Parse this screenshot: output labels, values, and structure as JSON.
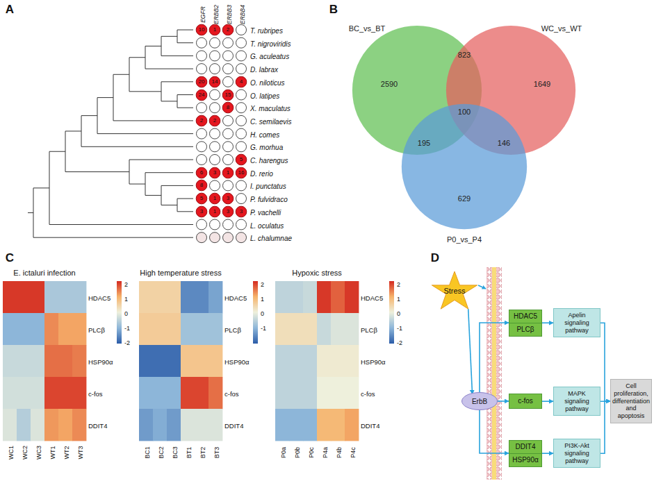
{
  "diagram": {
    "nodes": [
      {
        "text": [
          "10"
        ]
      },
      {
        "text": [
          "1"
        ]
      },
      {
        "text": [
          "2"
        ]
      },
      {
        "text": [
          "20"
        ]
      },
      {
        "text": [
          "14"
        ]
      },
      {
        "text": [
          "4"
        ]
      },
      {
        "text": [
          "24"
        ]
      },
      {
        "text": [
          "15"
        ]
      },
      {
        "text": [
          "8"
        ]
      },
      {
        "text": [
          "2"
        ]
      },
      {
        "text": [
          "2"
        ]
      },
      {
        "text": [
          "5"
        ]
      },
      {
        "text": [
          "6"
        ]
      },
      {
        "text": [
          "3"
        ]
      },
      {
        "text": [
          "1"
        ]
      },
      {
        "text": [
          "16"
        ]
      },
      {
        "text": [
          "8"
        ]
      },
      {
        "text": [
          "5"
        ]
      },
      {
        "text": [
          "1"
        ]
      },
      {
        "text": [
          "3"
        ]
      },
      {
        "text": [
          "3"
        ]
      },
      {
        "text": [
          "1"
        ]
      },
      {
        "text": [
          "3"
        ]
      },
      {
        "text": [
          "3"
        ]
      },
      {
        "text": [
          "BC_vs_BT",
          "2590"
        ]
      },
      {
        "text": [
          "WC_vs_WT",
          "1649"
        ]
      },
      {
        "text": [
          "P0_vs_P4",
          "629"
        ]
      },
      {
        "text": [
          "Stress"
        ]
      },
      {
        "text": [
          "ErbB"
        ]
      },
      {
        "text": [
          "HDAC5",
          "PLCβ"
        ]
      },
      {
        "text": [
          "c-fos"
        ]
      },
      {
        "text": [
          "DDIT4",
          "HSP90α"
        ]
      },
      {
        "text": [
          "Apelin signaling pathway"
        ]
      },
      {
        "text": [
          "MAPK signaling pathway"
        ]
      },
      {
        "text": [
          "PI3K-Akt signaling pathway"
        ]
      },
      {
        "text": [
          "Cell proliferation, differentiation and apoptosis"
        ]
      }
    ],
    "edges": [
      {
        "from": 27,
        "to": 28,
        "arrow": "to"
      },
      {
        "from": 28,
        "to": 29,
        "arrow": "to"
      },
      {
        "from": 28,
        "to": 30,
        "arrow": "to"
      },
      {
        "from": 28,
        "to": 31,
        "arrow": "to"
      },
      {
        "from": 29,
        "to": 32,
        "arrow": "to"
      },
      {
        "from": 30,
        "to": 33,
        "arrow": "to"
      },
      {
        "from": 31,
        "to": 34,
        "arrow": "to"
      },
      {
        "from": 32,
        "to": 35,
        "arrow": "to"
      },
      {
        "from": 33,
        "to": 35,
        "arrow": "to"
      },
      {
        "from": 34,
        "to": 35,
        "arrow": "to"
      }
    ],
    "labels": [
      "A",
      "EGFR",
      "ERBB2",
      "ERBB3",
      "ERBB4",
      "T. rubripes",
      "T. nigroviridis",
      "G. aculeatus",
      "D. labrax",
      "O. niloticus",
      "O. latipes",
      "X. maculatus",
      "C. semilaevis",
      "H. comes",
      "G. morhua",
      "C. harengus",
      "D. rerio",
      "I. punctatus",
      "P. fulvidraco",
      "P. vachelli",
      "L. oculatus",
      "L. chalumnae",
      "B",
      "823",
      "100",
      "195",
      "146",
      "C",
      "E. ictaluri infection",
      "High temperature stress",
      "Hypoxic stress",
      "HDAC5",
      "PLCβ",
      "HSP90α",
      "c-fos",
      "DDIT4",
      "2",
      "1",
      "0",
      "-1",
      "-2",
      "WC1",
      "WC2",
      "WC3",
      "WT1",
      "WT2",
      "WT3",
      "HDAC5",
      "PLCβ",
      "HSP90α",
      "c-fos",
      "DDIT4",
      "2",
      "1",
      "0",
      "-1",
      "BC1",
      "BC2",
      "BC3",
      "BT1",
      "BT2",
      "BT3",
      "HDAC5",
      "PLCβ",
      "HSP90α",
      "c-fos",
      "DDIT4",
      "2",
      "1",
      "0",
      "-1",
      "-2",
      "P0a",
      "P0b",
      "P0c",
      "P4a",
      "P4b",
      "P4c",
      "D"
    ]
  }
}
